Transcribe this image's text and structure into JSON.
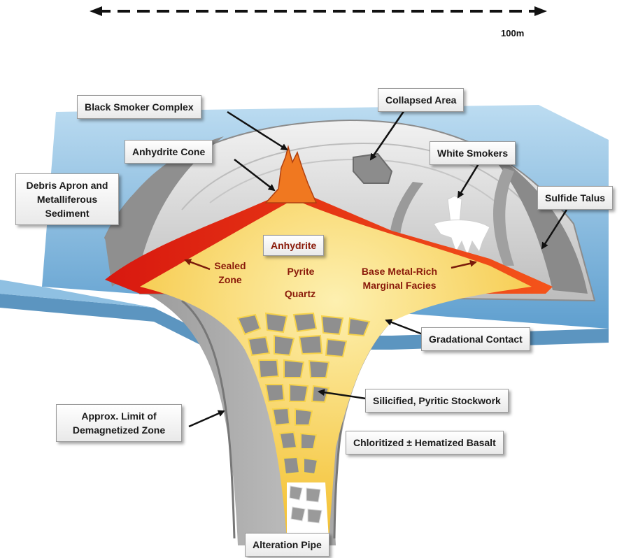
{
  "scale": {
    "label": "100m"
  },
  "labels": {
    "black_smoker": "Black Smoker Complex",
    "collapsed_area": "Collapsed Area",
    "anhydrite_cone": "Anhydrite Cone",
    "white_smokers": "White Smokers",
    "debris_apron": "Debris Apron and Metalliferous Sediment",
    "sulfide_talus": "Sulfide Talus",
    "gradational_contact": "Gradational Contact",
    "stockwork": "Silicified, Pyritic Stockwork",
    "demag_zone": "Approx. Limit of Demagnetized Zone",
    "chloritized": "Chloritized ± Hematized Basalt",
    "alteration_pipe": "Alteration Pipe"
  },
  "zones": {
    "anhydrite": "Anhydrite",
    "sealed_zone": "Sealed Zone",
    "pyrite": "Pyrite",
    "quartz": "Quartz",
    "base_metal": "Base Metal-Rich Marginal Facies"
  },
  "colors": {
    "sea": "#7fb6dc",
    "sea_light": "#c9e2f3",
    "mound": "#d9d9d9",
    "rock": "#8c8c8c",
    "orange": "#f06a1e",
    "red": "#e8231a",
    "yellow": "#f6d24a",
    "yellow_light": "#fbeaa0",
    "zone_text": "#8a1a0a"
  }
}
